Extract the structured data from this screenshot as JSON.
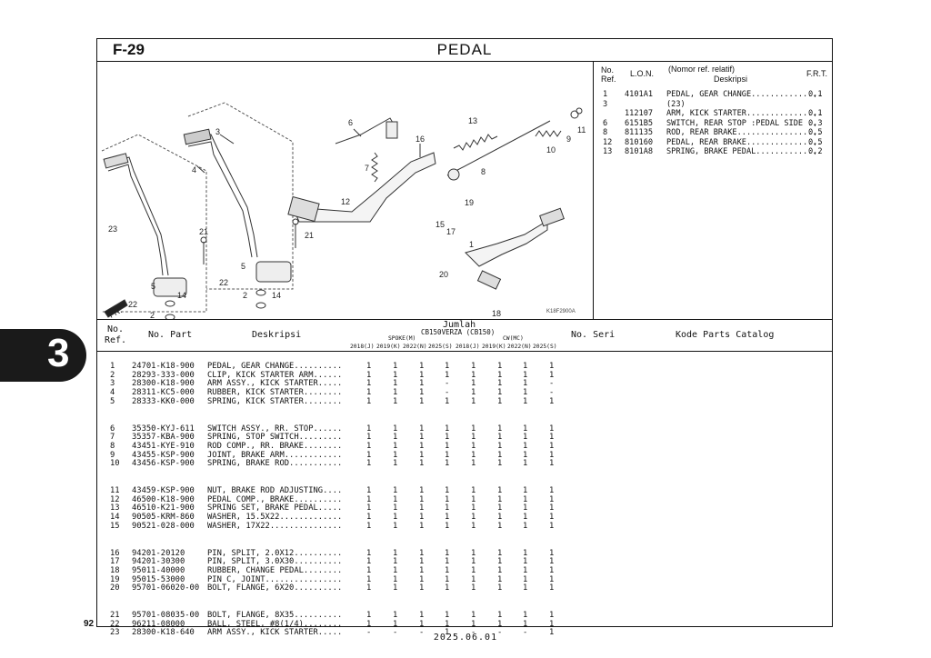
{
  "header": {
    "figure_code": "F-29",
    "title": "PEDAL"
  },
  "diagram": {
    "figure_id": "K18F2900A",
    "front_marker": "FR.",
    "labels": [
      "1",
      "2",
      "2",
      "3",
      "4",
      "5",
      "5",
      "6",
      "7",
      "8",
      "9",
      "10",
      "11",
      "12",
      "13",
      "14",
      "14",
      "15",
      "16",
      "17",
      "18",
      "19",
      "20",
      "21",
      "21",
      "22",
      "22",
      "23"
    ]
  },
  "ref_panel": {
    "col_no": "No.",
    "col_ref": "Ref.",
    "col_lon": "L.O.N.",
    "col_relatif": "(Nomor ref. relatif)",
    "col_desc": "Deskripsi",
    "col_frt": "F.R.T.",
    "rows": [
      {
        "no": "1",
        "lon": "4101A1",
        "desc": "PEDAL, GEAR CHANGE...............",
        "frt": "0,1"
      },
      {
        "no": "3",
        "lon": "",
        "desc": "(23)",
        "frt": ""
      },
      {
        "no": "",
        "lon": "112107",
        "desc": "ARM, KICK STARTER................",
        "frt": "0,1"
      },
      {
        "no": "6",
        "lon": "6151B5",
        "desc": "SWITCH, REAR STOP :PEDAL SIDE ..",
        "frt": "0,3"
      },
      {
        "no": "8",
        "lon": "811135",
        "desc": "ROD, REAR BRAKE..................",
        "frt": "0,5"
      },
      {
        "no": "12",
        "lon": "810160",
        "desc": "PEDAL, REAR BRAKE................",
        "frt": "0,5"
      },
      {
        "no": "13",
        "lon": "8101A8",
        "desc": "SPRING, BRAKE PEDAL..............",
        "frt": "0,2"
      }
    ]
  },
  "table": {
    "headers": {
      "no": "No.",
      "ref": "Ref.",
      "part": "No. Part",
      "desc": "Deskripsi",
      "jumlah": "Jumlah",
      "model": "CB150VERZA (CB150)",
      "spoke": "SPOKE(M)",
      "cw": "CW(MC)",
      "years": [
        "2018(J)",
        "2019(K)",
        "2022(N)",
        "2025(S)",
        "2018(J)",
        "2019(K)",
        "2022(N)",
        "2025(S)"
      ],
      "seri": "No. Seri",
      "catalog": "Kode Parts Catalog"
    },
    "rows": [
      {
        "ref": "1",
        "part": "24701-K18-900",
        "desc": "PEDAL, GEAR CHANGE..........",
        "q": [
          "1",
          "1",
          "1",
          "1",
          "1",
          "1",
          "1",
          "1"
        ]
      },
      {
        "ref": "2",
        "part": "28293-333-000",
        "desc": "CLIP, KICK STARTER ARM......",
        "q": [
          "1",
          "1",
          "1",
          "1",
          "1",
          "1",
          "1",
          "1"
        ]
      },
      {
        "ref": "3",
        "part": "28300-K18-900",
        "desc": "ARM ASSY., KICK STARTER.....",
        "q": [
          "1",
          "1",
          "1",
          "-",
          "1",
          "1",
          "1",
          "-"
        ]
      },
      {
        "ref": "4",
        "part": "28311-KC5-000",
        "desc": "RUBBER, KICK STARTER........",
        "q": [
          "1",
          "1",
          "1",
          "-",
          "1",
          "1",
          "1",
          "-"
        ]
      },
      {
        "ref": "5",
        "part": "28333-KK0-000",
        "desc": "SPRING, KICK STARTER........",
        "q": [
          "1",
          "1",
          "1",
          "1",
          "1",
          "1",
          "1",
          "1"
        ]
      },
      {
        "ref": "6",
        "part": "35350-KYJ-611",
        "desc": "SWITCH ASSY., RR. STOP......",
        "q": [
          "1",
          "1",
          "1",
          "1",
          "1",
          "1",
          "1",
          "1"
        ]
      },
      {
        "ref": "7",
        "part": "35357-KBA-900",
        "desc": "SPRING, STOP SWITCH.........",
        "q": [
          "1",
          "1",
          "1",
          "1",
          "1",
          "1",
          "1",
          "1"
        ]
      },
      {
        "ref": "8",
        "part": "43451-KYE-910",
        "desc": "ROD COMP., RR. BRAKE........",
        "q": [
          "1",
          "1",
          "1",
          "1",
          "1",
          "1",
          "1",
          "1"
        ]
      },
      {
        "ref": "9",
        "part": "43455-KSP-900",
        "desc": "JOINT, BRAKE ARM............",
        "q": [
          "1",
          "1",
          "1",
          "1",
          "1",
          "1",
          "1",
          "1"
        ]
      },
      {
        "ref": "10",
        "part": "43456-KSP-900",
        "desc": "SPRING, BRAKE ROD...........",
        "q": [
          "1",
          "1",
          "1",
          "1",
          "1",
          "1",
          "1",
          "1"
        ]
      },
      {
        "ref": "11",
        "part": "43459-KSP-900",
        "desc": "NUT, BRAKE ROD ADJUSTING....",
        "q": [
          "1",
          "1",
          "1",
          "1",
          "1",
          "1",
          "1",
          "1"
        ]
      },
      {
        "ref": "12",
        "part": "46500-K18-900",
        "desc": "PEDAL COMP., BRAKE..........",
        "q": [
          "1",
          "1",
          "1",
          "1",
          "1",
          "1",
          "1",
          "1"
        ]
      },
      {
        "ref": "13",
        "part": "46510-K21-900",
        "desc": "SPRING SET, BRAKE PEDAL.....",
        "q": [
          "1",
          "1",
          "1",
          "1",
          "1",
          "1",
          "1",
          "1"
        ]
      },
      {
        "ref": "14",
        "part": "90505-KRM-860",
        "desc": "WASHER, 15.5X22.............",
        "q": [
          "1",
          "1",
          "1",
          "1",
          "1",
          "1",
          "1",
          "1"
        ]
      },
      {
        "ref": "15",
        "part": "90521-028-000",
        "desc": "WASHER, 17X22...............",
        "q": [
          "1",
          "1",
          "1",
          "1",
          "1",
          "1",
          "1",
          "1"
        ]
      },
      {
        "ref": "16",
        "part": "94201-20120",
        "desc": "PIN, SPLIT, 2.0X12..........",
        "q": [
          "1",
          "1",
          "1",
          "1",
          "1",
          "1",
          "1",
          "1"
        ]
      },
      {
        "ref": "17",
        "part": "94201-30300",
        "desc": "PIN, SPLIT, 3.0X30..........",
        "q": [
          "1",
          "1",
          "1",
          "1",
          "1",
          "1",
          "1",
          "1"
        ]
      },
      {
        "ref": "18",
        "part": "95011-40000",
        "desc": "RUBBER, CHANGE PEDAL........",
        "q": [
          "1",
          "1",
          "1",
          "1",
          "1",
          "1",
          "1",
          "1"
        ]
      },
      {
        "ref": "19",
        "part": "95015-53000",
        "desc": "PIN C, JOINT................",
        "q": [
          "1",
          "1",
          "1",
          "1",
          "1",
          "1",
          "1",
          "1"
        ]
      },
      {
        "ref": "20",
        "part": "95701-06020-00",
        "desc": "BOLT, FLANGE, 6X20..........",
        "q": [
          "1",
          "1",
          "1",
          "1",
          "1",
          "1",
          "1",
          "1"
        ]
      },
      {
        "ref": "21",
        "part": "95701-08035-00",
        "desc": "BOLT, FLANGE, 8X35..........",
        "q": [
          "1",
          "1",
          "1",
          "1",
          "1",
          "1",
          "1",
          "1"
        ]
      },
      {
        "ref": "22",
        "part": "96211-08000",
        "desc": "BALL, STEEL, #8(1/4)........",
        "q": [
          "1",
          "1",
          "1",
          "1",
          "1",
          "1",
          "1",
          "1"
        ]
      },
      {
        "ref": "23",
        "part": "28300-K18-640",
        "desc": "ARM ASSY., KICK STARTER.....",
        "q": [
          "-",
          "-",
          "-",
          "1",
          "-",
          "-",
          "-",
          "1"
        ]
      }
    ]
  },
  "side_tab": "3",
  "footer": {
    "page_number": "92",
    "date": "2025.06.01"
  }
}
